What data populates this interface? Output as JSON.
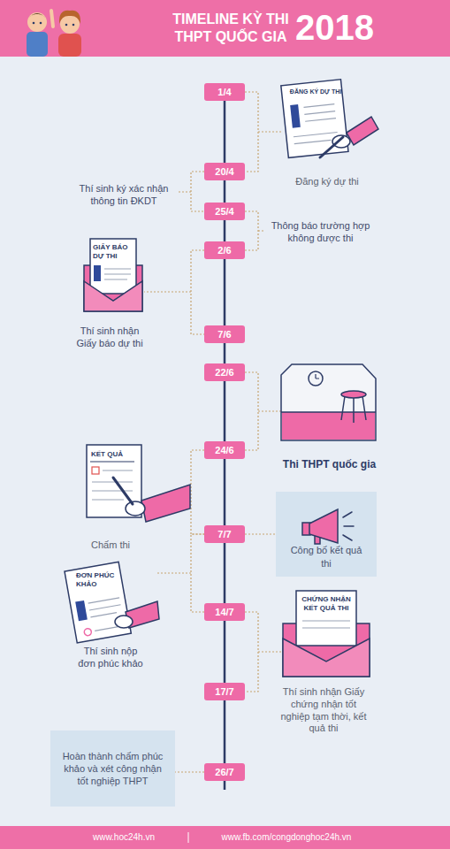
{
  "diagram": {
    "title": "TIMELINE KỲ THI THPT QUỐC GIA",
    "nodes": [
      {
        "text": [
          "1/4"
        ]
      },
      {
        "text": [
          "20/4"
        ]
      },
      {
        "text": [
          "25/4"
        ]
      },
      {
        "text": [
          "2/6"
        ]
      },
      {
        "text": [
          "7/6"
        ]
      },
      {
        "text": [
          "22/6"
        ]
      },
      {
        "text": [
          "24/6"
        ]
      },
      {
        "text": [
          "7/7"
        ]
      },
      {
        "text": [
          "Công bố kết quả thi"
        ]
      },
      {
        "text": [
          "14/7"
        ]
      },
      {
        "text": [
          "17/7"
        ]
      },
      {
        "text": [
          "Hoàn thành chấm phúc khảo và xét công nhận tốt nghiệp THPT"
        ]
      },
      {
        "text": [
          "26/7"
        ]
      }
    ],
    "edges": [
      {
        "from": 0,
        "to": 1,
        "arrow": "none"
      },
      {
        "from": 1,
        "to": 2,
        "arrow": "none"
      },
      {
        "from": 2,
        "to": 3,
        "arrow": "none"
      },
      {
        "from": 3,
        "to": 4,
        "arrow": "none"
      },
      {
        "from": 4,
        "to": 5,
        "arrow": "none"
      },
      {
        "from": 5,
        "to": 6,
        "arrow": "none"
      },
      {
        "from": 6,
        "to": 7,
        "arrow": "none"
      },
      {
        "from": 7,
        "to": 9,
        "arrow": "none"
      },
      {
        "from": 9,
        "to": 10,
        "arrow": "none"
      },
      {
        "from": 10,
        "to": 12,
        "arrow": "none"
      },
      {
        "from": 7,
        "to": 8,
        "arrow": "none"
      },
      {
        "from": 12,
        "to": 11,
        "arrow": "none"
      }
    ],
    "labels": [
      "2018",
      "ĐĂNG KÝ DỰ THI",
      "Đăng ký dự thi",
      "Thí sinh ký xác nhận thông tin ĐKDT",
      "Thông báo trường hợp không được thi",
      "GIẤY BÁO DỰ THI",
      "Thí sinh nhận Giấy báo dự thi",
      "Thi THPT quốc gia",
      "KẾT QUẢ",
      "Chấm thi",
      "ĐƠN PHÚC KHẢO",
      "CHỨNG NHẬN KẾT QUẢ THI",
      "Thí sinh nộp đơn phúc khảo",
      "Thí sinh nhận Giấy chứng nhận tốt nghiệp tạm thời, kết quả thi",
      "www.hoc24h.vn",
      "www.fb.com/congdonghoc24h.vn"
    ]
  }
}
